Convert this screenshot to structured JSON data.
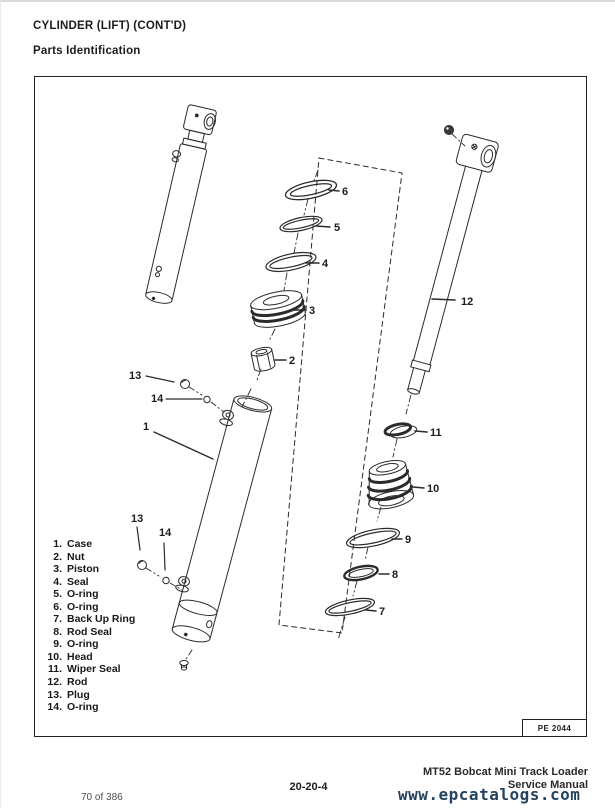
{
  "page": {
    "title": "CYLINDER (LIFT) (CONT'D)",
    "subtitle": "Parts Identification"
  },
  "diagram": {
    "figure_code": "PE 2044",
    "parts_list": [
      {
        "num": "1.",
        "name": "Case"
      },
      {
        "num": "2.",
        "name": "Nut"
      },
      {
        "num": "3.",
        "name": "Piston"
      },
      {
        "num": "4.",
        "name": "Seal"
      },
      {
        "num": "5.",
        "name": "O-ring"
      },
      {
        "num": "6.",
        "name": "O-ring"
      },
      {
        "num": "7.",
        "name": "Back Up Ring"
      },
      {
        "num": "8.",
        "name": "Rod Seal"
      },
      {
        "num": "9.",
        "name": "O-ring"
      },
      {
        "num": "10.",
        "name": "Head"
      },
      {
        "num": "11.",
        "name": "Wiper Seal"
      },
      {
        "num": "12.",
        "name": "Rod"
      },
      {
        "num": "13.",
        "name": "Plug"
      },
      {
        "num": "14.",
        "name": "O-ring"
      }
    ],
    "callouts": {
      "c1": "1",
      "c2": "2",
      "c3": "3",
      "c4": "4",
      "c5": "5",
      "c6": "6",
      "c7": "7",
      "c8": "8",
      "c9": "9",
      "c10": "10",
      "c11": "11",
      "c12": "12",
      "c13a": "13",
      "c14a": "14",
      "c13b": "13",
      "c14b": "14"
    }
  },
  "footer": {
    "page_code": "20-20-4",
    "manual_title_line1": "MT52 Bobcat Mini Track Loader",
    "manual_title_line2": "Service Manual",
    "page_number": "70 of 386"
  },
  "watermark": {
    "text": "www.epcatalogs.com",
    "color": "#24425e"
  }
}
